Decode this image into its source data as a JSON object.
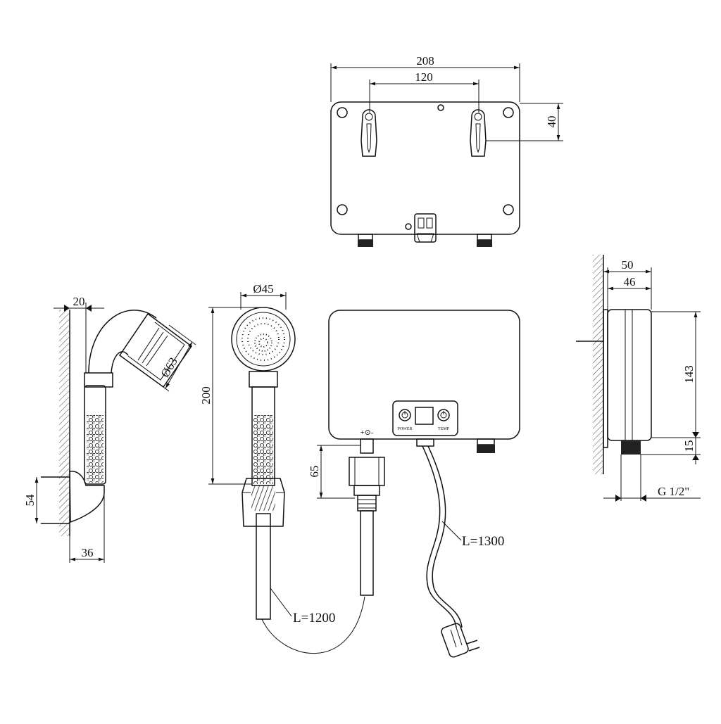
{
  "colors": {
    "line": "#111111",
    "background": "#ffffff",
    "fill_dark": "#222222"
  },
  "dimensions": {
    "top_width": "208",
    "top_mount_spacing": "120",
    "top_hole_offset": "40",
    "side_depth_outer": "50",
    "side_depth_inner": "46",
    "side_height": "143",
    "side_connector_height": "15",
    "thread_size": "G 1/2\"",
    "holder_wall_offset": "20",
    "holder_screw_spacing": "54",
    "holder_depth": "36",
    "head_side_diameter": "Ø63",
    "head_front_diameter": "Ø45",
    "shower_length": "200",
    "connector_length": "65",
    "hose_length": "L=1200",
    "cable_length": "L=1300"
  },
  "panel": {
    "power_label": "POWER",
    "temp_label": "TEMP",
    "polarity_label": "+⊙-"
  }
}
